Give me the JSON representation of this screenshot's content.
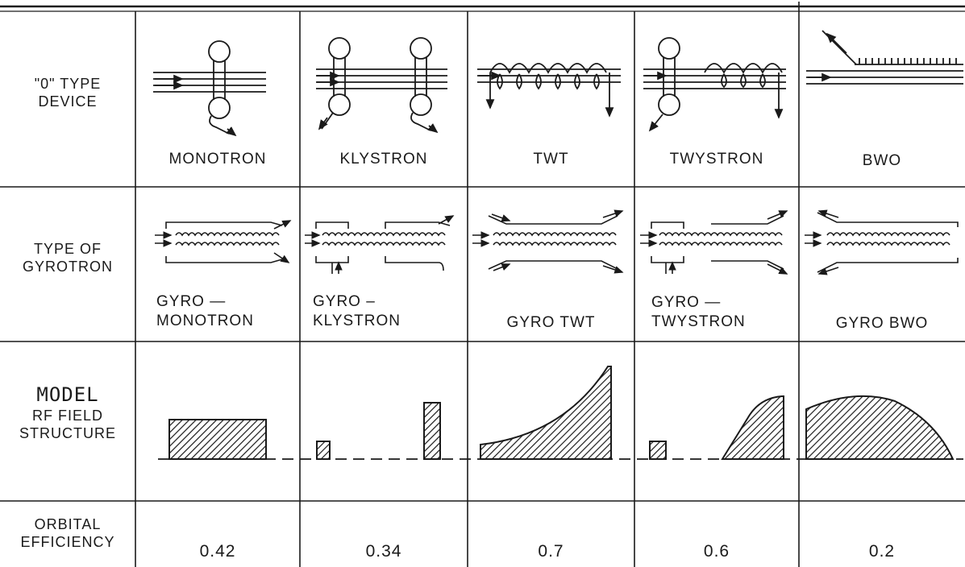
{
  "row_headers": {
    "o_type": [
      "\"0\" TYPE",
      "DEVICE"
    ],
    "gyrotron": [
      "TYPE OF",
      "GYROTRON"
    ],
    "model": [
      "MODEL",
      "RF FIELD",
      "STRUCTURE"
    ],
    "orbital": [
      "ORBITAL",
      "EFFICIENCY"
    ]
  },
  "columns": [
    {
      "device": "MONOTRON",
      "gyro": [
        "GYRO —",
        "MONOTRON"
      ],
      "efficiency": "0.42"
    },
    {
      "device": "KLYSTRON",
      "gyro": [
        "GYRO –",
        "KLYSTRON"
      ],
      "efficiency": "0.34"
    },
    {
      "device": "TWT",
      "gyro": [
        "GYRO TWT"
      ],
      "efficiency": "0.7"
    },
    {
      "device": "TWYSTRON",
      "gyro": [
        "GYRO —",
        "TWYSTRON"
      ],
      "efficiency": "0.6"
    },
    {
      "device": "BWO",
      "gyro": [
        "GYRO BWO"
      ],
      "efficiency": "0.2"
    }
  ],
  "colors": {
    "ink": "#1a1a1a",
    "background": "#ffffff"
  }
}
